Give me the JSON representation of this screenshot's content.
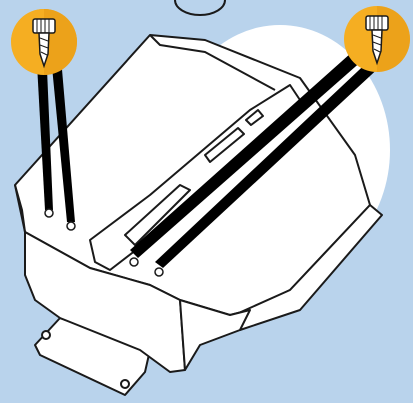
{
  "illustration": {
    "background_color": "#b9d3ec",
    "accent_color": "#f5ae22",
    "accent_dark": "#d38a10",
    "outline_color": "#1a1a1a",
    "part_fill": "#ffffff",
    "beam_color": "#000000",
    "icons": [
      {
        "name": "drill-bit-icon",
        "position": "top-left"
      },
      {
        "name": "drill-bit-icon",
        "position": "top-right"
      }
    ],
    "drill_points_highlighted": 4
  }
}
